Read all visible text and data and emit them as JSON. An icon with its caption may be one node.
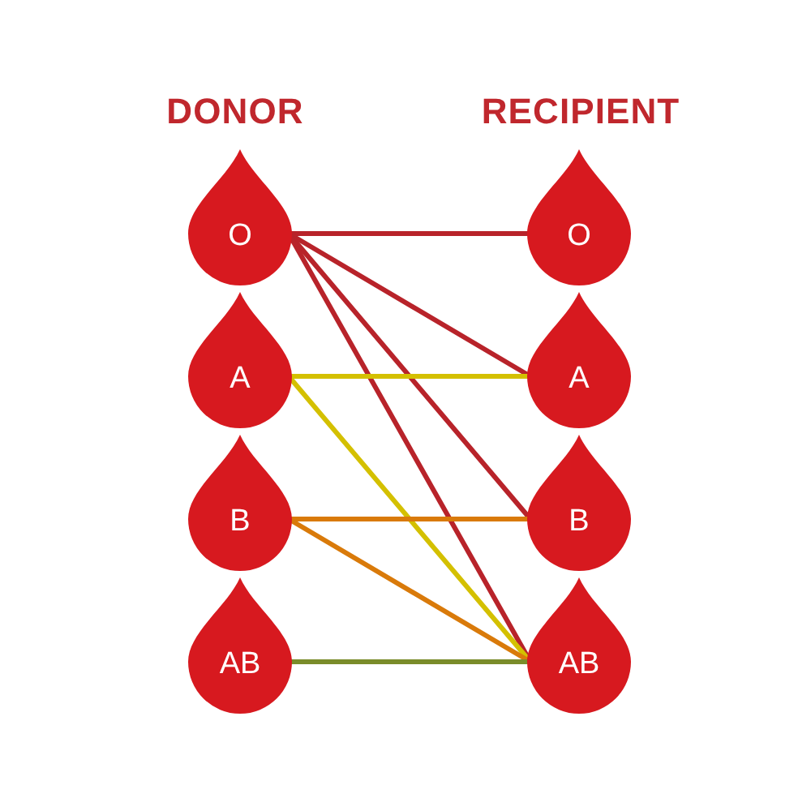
{
  "diagram": {
    "nodes": [
      {
        "text": [
          "O"
        ]
      },
      {
        "text": [
          "A"
        ]
      },
      {
        "text": [
          "B"
        ]
      },
      {
        "text": [
          "AB"
        ]
      },
      {
        "text": [
          "O"
        ]
      },
      {
        "text": [
          "A"
        ]
      },
      {
        "text": [
          "B"
        ]
      },
      {
        "text": [
          "AB"
        ]
      }
    ],
    "edges": [
      {
        "from": 0,
        "to": 4,
        "arrow": "none",
        "color": "#b8232a"
      },
      {
        "from": 0,
        "to": 5,
        "arrow": "none",
        "color": "#b8232a"
      },
      {
        "from": 0,
        "to": 6,
        "arrow": "none",
        "color": "#b8232a"
      },
      {
        "from": 0,
        "to": 7,
        "arrow": "none",
        "color": "#b8232a"
      },
      {
        "from": 1,
        "to": 5,
        "arrow": "none",
        "color": "#d4c000"
      },
      {
        "from": 1,
        "to": 7,
        "arrow": "none",
        "color": "#d4c000"
      },
      {
        "from": 2,
        "to": 6,
        "arrow": "none",
        "color": "#d97a0a"
      },
      {
        "from": 2,
        "to": 7,
        "arrow": "none",
        "color": "#d97a0a"
      },
      {
        "from": 3,
        "to": 7,
        "arrow": "none",
        "color": "#7a8c2a"
      }
    ],
    "labels": [
      "DONOR",
      "RECIPIENT"
    ]
  }
}
